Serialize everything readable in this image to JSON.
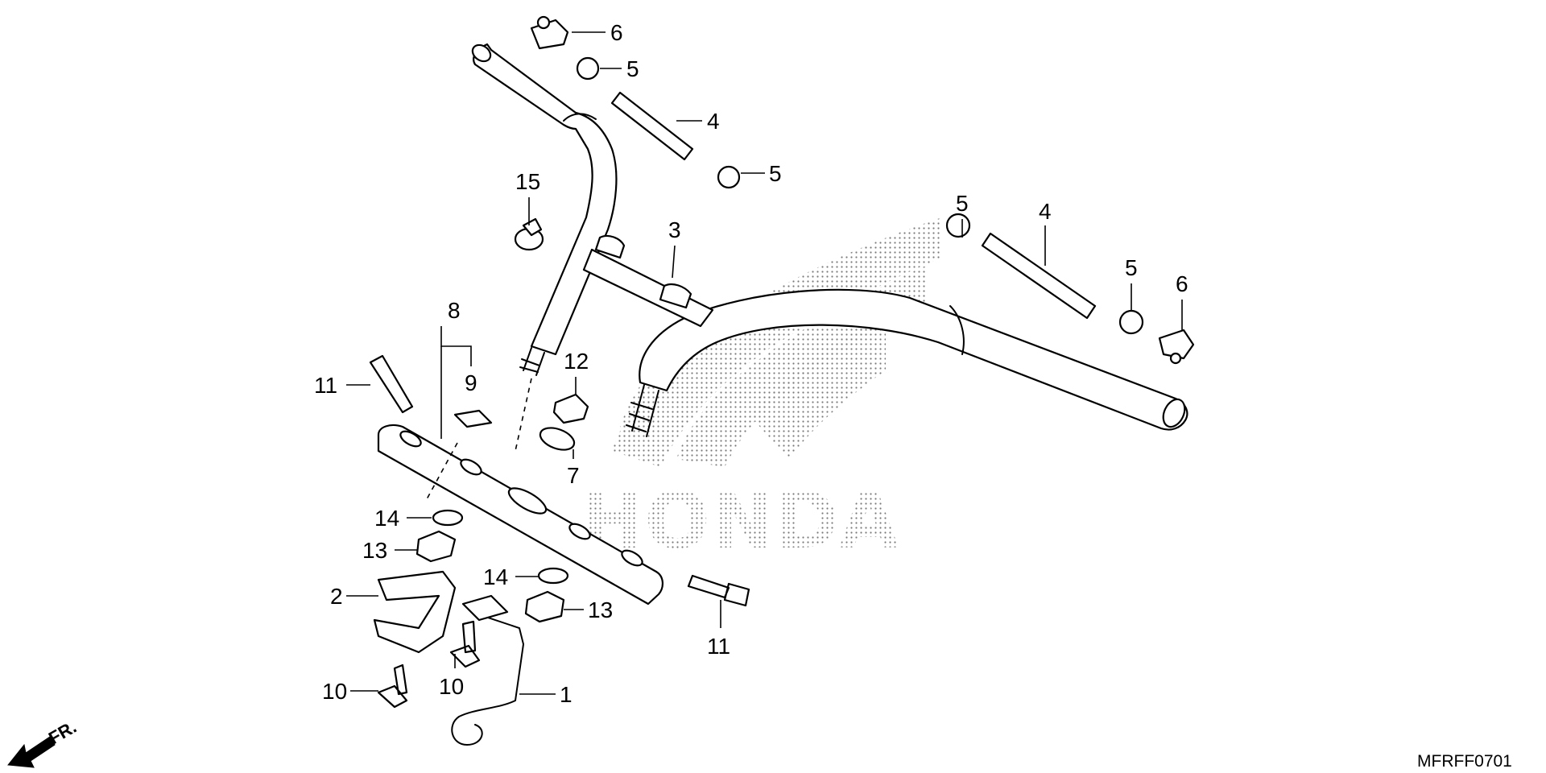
{
  "diagram_code": "MFRFF0701",
  "front_indicator": "FR.",
  "watermark_brand": "HONDA",
  "callouts": [
    "6",
    "5",
    "4",
    "5",
    "15",
    "3",
    "5",
    "4",
    "5",
    "6",
    "8",
    "9",
    "11",
    "12",
    "7",
    "14",
    "13",
    "2",
    "14",
    "13",
    "11",
    "10",
    "10",
    "1"
  ]
}
